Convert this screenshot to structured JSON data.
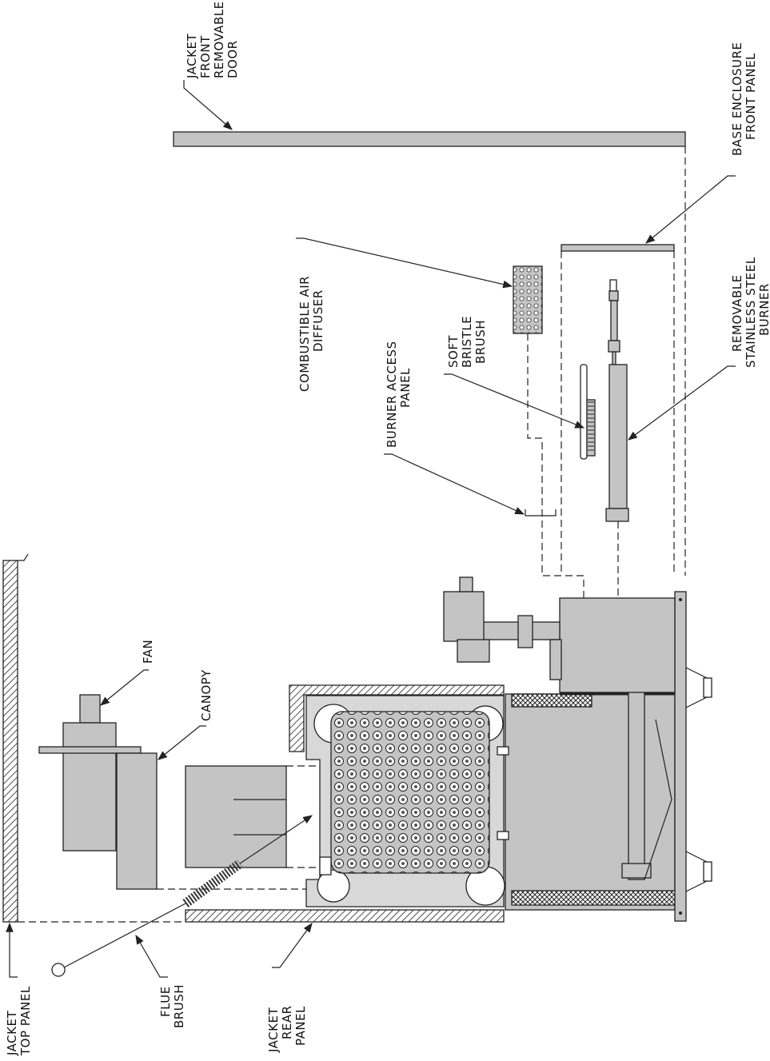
{
  "labels": {
    "jacket_front_door": [
      "JACKET",
      "FRONT",
      "REMOVABLE",
      "DOOR"
    ],
    "base_enclosure": [
      "BASE ENCLOSURE",
      "FRONT PANEL"
    ],
    "combustible_air_diffuser": [
      "COMBUSTIBLE AIR",
      "DIFFUSER"
    ],
    "burner_access_panel": [
      "BURNER ACCESS",
      "PANEL"
    ],
    "soft_bristle_brush": [
      "SOFT",
      "BRISTLE",
      "BRUSH"
    ],
    "removable_burner": [
      "REMOVABLE",
      "STAINLESS STEEL",
      "BURNER"
    ],
    "fan": [
      "FAN"
    ],
    "canopy": [
      "CANOPY"
    ],
    "jacket_top_panel": [
      "JACKET",
      "TOP PANEL"
    ],
    "flue_brush": [
      "FLUE",
      "BRUSH"
    ],
    "jacket_rear_panel": [
      "JACKET",
      "REAR",
      "PANEL"
    ]
  }
}
